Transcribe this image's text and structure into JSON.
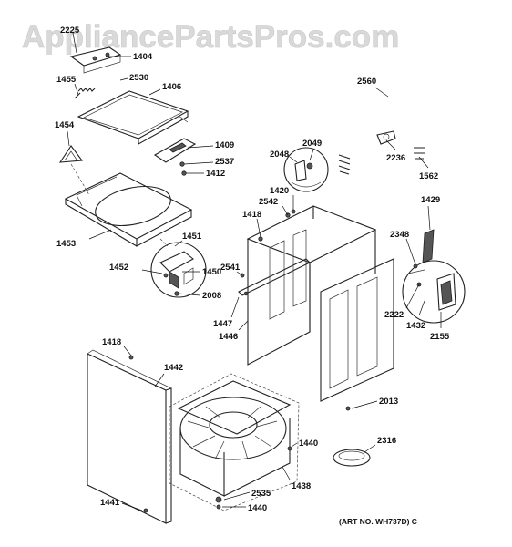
{
  "watermark": "AppliancePartsPros.com",
  "art_number": "(ART NO. WH737D) C",
  "callouts": [
    {
      "id": "c2225",
      "text": "2225"
    },
    {
      "id": "c1404",
      "text": "1404"
    },
    {
      "id": "c1455",
      "text": "1455"
    },
    {
      "id": "c2530",
      "text": "2530"
    },
    {
      "id": "c1406",
      "text": "1406"
    },
    {
      "id": "c1454",
      "text": "1454"
    },
    {
      "id": "c1409",
      "text": "1409"
    },
    {
      "id": "c2537",
      "text": "2537"
    },
    {
      "id": "c1412",
      "text": "1412"
    },
    {
      "id": "c1453",
      "text": "1453"
    },
    {
      "id": "c1451",
      "text": "1451"
    },
    {
      "id": "c1452",
      "text": "1452"
    },
    {
      "id": "c1450",
      "text": "1450"
    },
    {
      "id": "c2008",
      "text": "2008"
    },
    {
      "id": "c2560",
      "text": "2560"
    },
    {
      "id": "c2049",
      "text": "2049"
    },
    {
      "id": "c2048",
      "text": "2048"
    },
    {
      "id": "c2236",
      "text": "2236"
    },
    {
      "id": "c1562",
      "text": "1562"
    },
    {
      "id": "c1420",
      "text": "1420"
    },
    {
      "id": "c2542",
      "text": "2542"
    },
    {
      "id": "c1418a",
      "text": "1418"
    },
    {
      "id": "c1429",
      "text": "1429"
    },
    {
      "id": "c2348",
      "text": "2348"
    },
    {
      "id": "c2541",
      "text": "2541"
    },
    {
      "id": "c2222",
      "text": "2222"
    },
    {
      "id": "c1432",
      "text": "1432"
    },
    {
      "id": "c2155",
      "text": "2155"
    },
    {
      "id": "c1447",
      "text": "1447"
    },
    {
      "id": "c1446",
      "text": "1446"
    },
    {
      "id": "c1418b",
      "text": "1418"
    },
    {
      "id": "c1442",
      "text": "1442"
    },
    {
      "id": "c2013",
      "text": "2013"
    },
    {
      "id": "c2316",
      "text": "2316"
    },
    {
      "id": "c1440a",
      "text": "1440"
    },
    {
      "id": "c1438",
      "text": "1438"
    },
    {
      "id": "c2535",
      "text": "2535"
    },
    {
      "id": "c1440b",
      "text": "1440"
    },
    {
      "id": "c1441",
      "text": "1441"
    }
  ]
}
